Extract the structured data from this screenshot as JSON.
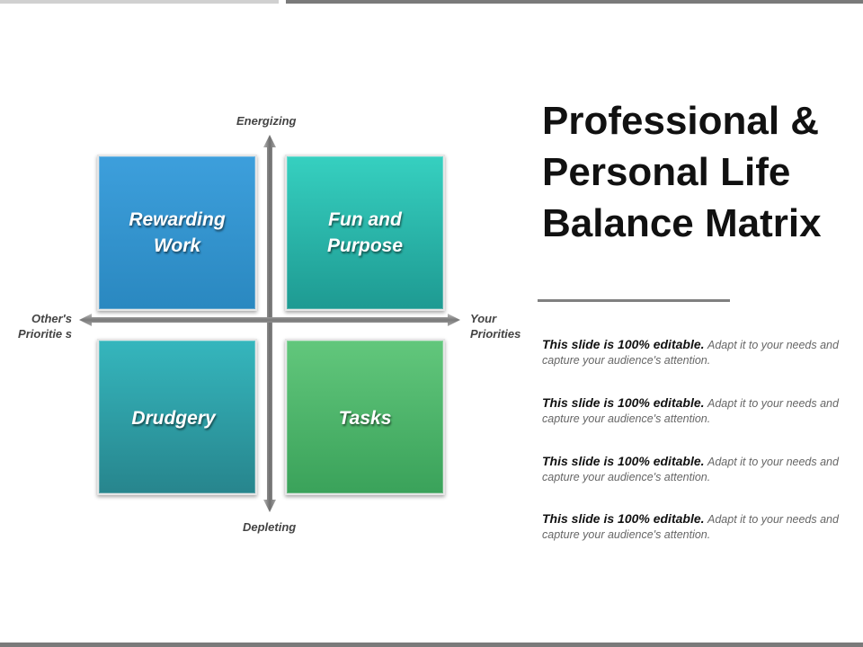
{
  "axes": {
    "top": "Energizing",
    "bottom": "Depleting",
    "left": "Other's Prioritie s",
    "right": "Your Priorities"
  },
  "quadrants": [
    {
      "label_line1": "Rewarding",
      "label_line2": "Work",
      "color": "#2f93cf"
    },
    {
      "label_line1": "Fun and",
      "label_line2": "Purpose",
      "color": "#26b3a7"
    },
    {
      "label": "Drudgery",
      "color": "#2d9ca3"
    },
    {
      "label": "Tasks",
      "color": "#47b465"
    }
  ],
  "title": {
    "line1": "Professional &",
    "line2": "Personal Life",
    "line3": "Balance Matrix"
  },
  "notes": [
    {
      "bold": "This slide is 100% editable.",
      "text": "Adapt it to your needs and capture your audience's attention."
    },
    {
      "bold": "This slide is 100% editable.",
      "text": "Adapt it to your needs and capture your audience's attention."
    },
    {
      "bold": "This slide is 100% editable.",
      "text": "Adapt it to your needs and capture your audience's attention."
    },
    {
      "bold": "This slide is 100% editable.",
      "text": "Adapt it to your needs and capture your audience's attention."
    }
  ]
}
